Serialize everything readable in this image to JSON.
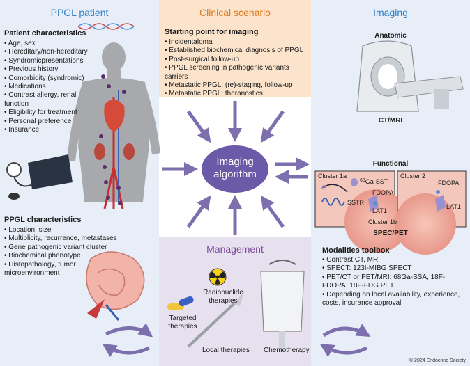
{
  "patient": {
    "title": "PPGL patient",
    "characteristics_heading": "Patient characteristics",
    "characteristics": [
      "Age, sex",
      "Hereditary/non-hereditary",
      "Syndromicpresentations",
      "Previous history",
      "Comorbidity (syndromic)",
      "Medications",
      "Contrast allergy, renal function",
      "Eligibility for treatment",
      "Personal preference",
      "Insurance"
    ],
    "ppgl_heading": "PPGL characteristics",
    "ppgl": [
      "Location, size",
      "Multiplicity, recurrence, metastases",
      "Gene pathogenic variant cluster",
      "Biochemical phenotype",
      "Histopathology, tumor microenvironment"
    ]
  },
  "scenario": {
    "title": "Clinical scenario",
    "heading": "Starting point for imaging",
    "items": [
      "Incidentaloma",
      "Established biochemical diagnosis of PPGL",
      "Post-surgical follow-up",
      "PPGL screening in pathogenic variants carriers",
      "Metastatic PPGL: (re)-staging, follow-up",
      "Metastatic PPGL: theranostics"
    ]
  },
  "center": {
    "line1": "Imaging",
    "line2": "algorithm"
  },
  "management": {
    "title": "Management",
    "radionuclide": "Radionuclide therapies",
    "targeted": "Targeted therapies",
    "local": "Local therapies",
    "chemo": "Chemotherapy"
  },
  "imaging": {
    "title": "Imaging",
    "anatomic": "Anatomic",
    "ctmri": "CT/MRI",
    "functional": "Functional",
    "cluster1a": "Cluster 1a",
    "cluster1b": "Cluster 1b",
    "cluster2": "Cluster 2",
    "ga_sst": "Ga-SST",
    "ga_sup": "68",
    "sstr": "SSTR",
    "fdopa": "FDOPA",
    "lat1": "LAT1",
    "fdopa2": "FDOPA",
    "lat1_2": "LAT1",
    "specpet": "SPEC/PET",
    "toolbox_heading": "Modalities toolbox",
    "toolbox": [
      "Contrast CT, MRI",
      "SPECT: 123I-MIBG SPECT",
      "PET/CT or PET/MRI: 68Ga-SSA, 18F-FDOPA, 18F-FDG PET",
      "Depending on local availability, experience, costs, insurance approval"
    ]
  },
  "copyright": "© 2024 Endocrine Society",
  "colors": {
    "blue_title": "#2f7fc4",
    "orange_title": "#e07a1e",
    "purple_title": "#7c4a99",
    "arrow": "#7d6fae",
    "bubble": "#6a5aa8"
  }
}
